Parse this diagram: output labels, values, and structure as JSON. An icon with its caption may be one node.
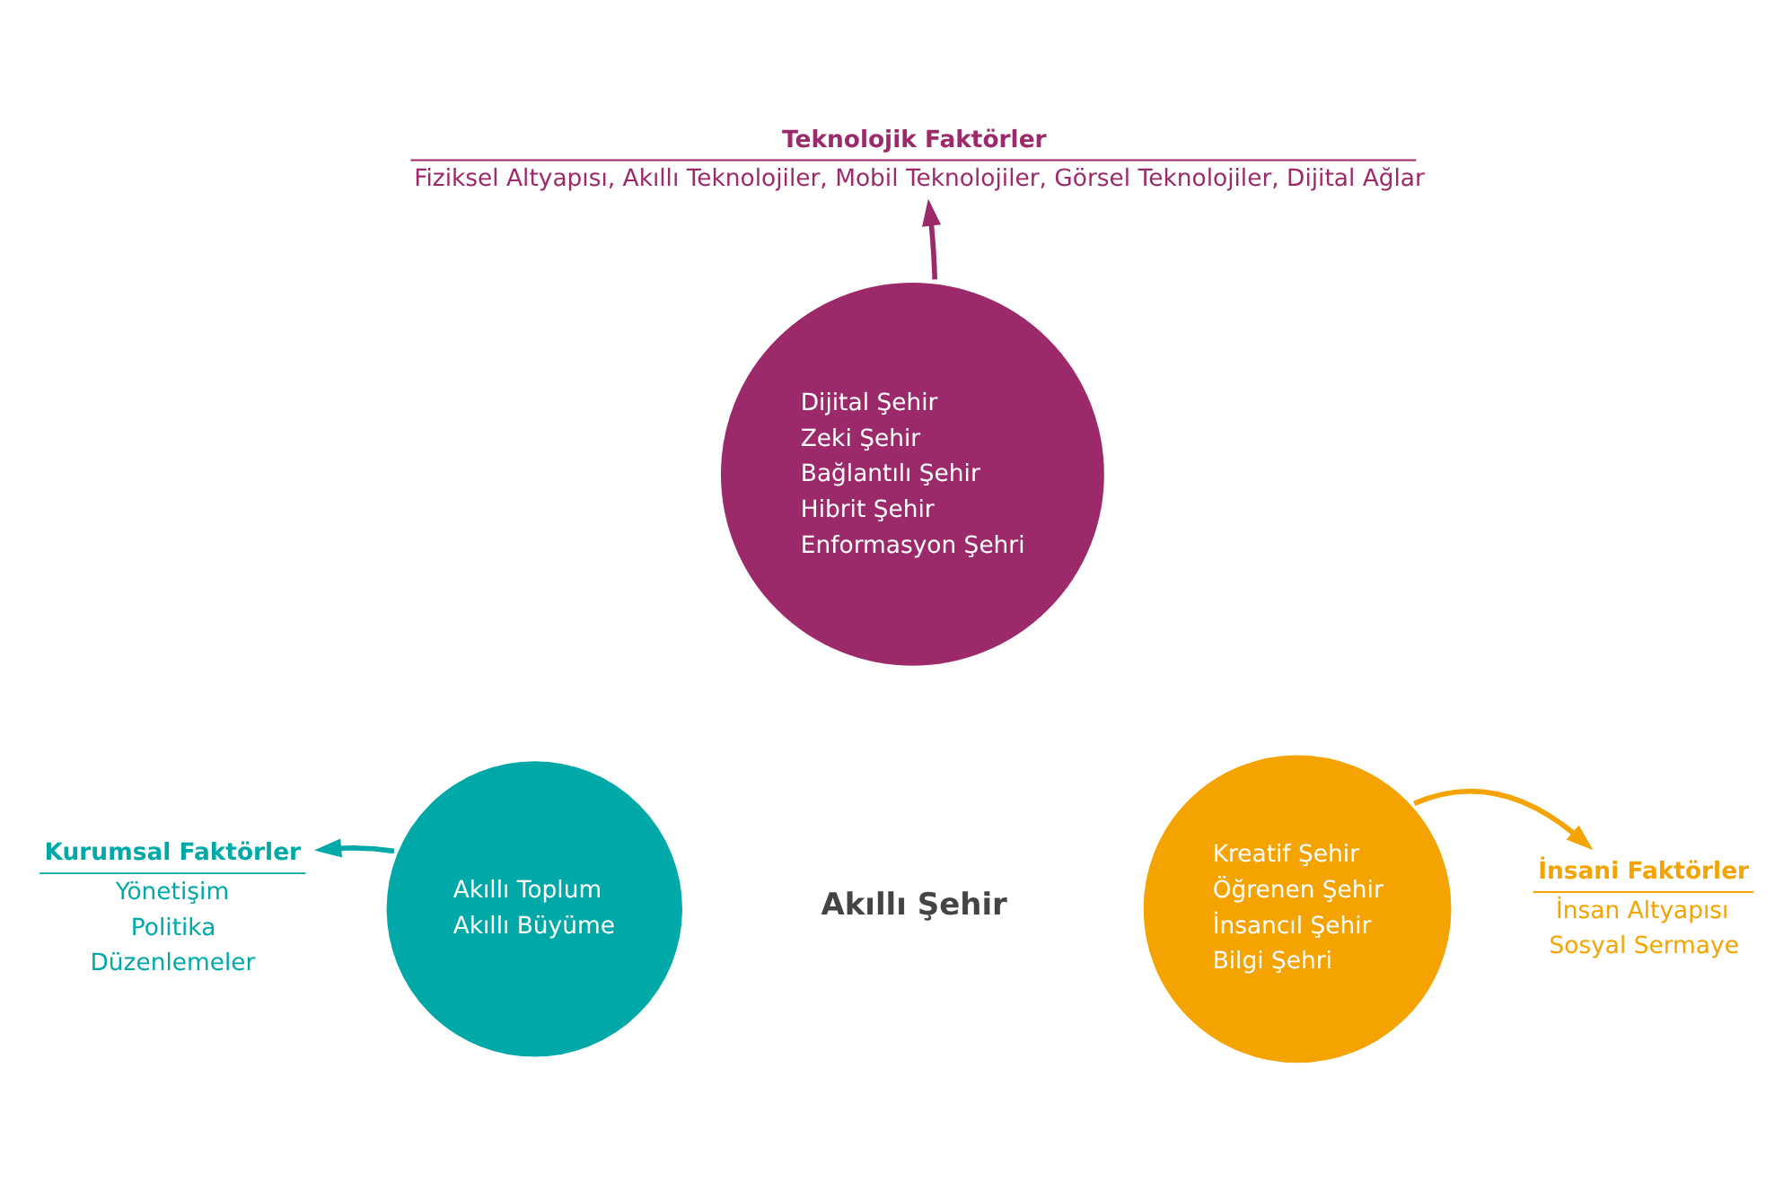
{
  "diagram": {
    "nodes": [
      {
        "text": [
          "Akıllı Şehir"
        ]
      },
      {
        "text": [
          "Dijital Şehir",
          "Zeki Şehir",
          "Bağlantılı Şehir",
          "Hibrit Şehir",
          "Enformasyon Şehri"
        ]
      },
      {
        "text": [
          "Akıllı Toplum",
          "Akıllı Büyüme"
        ]
      },
      {
        "text": [
          "Kreatif Şehir",
          "Öğrenen Şehir",
          "İnsancıl Şehir",
          "Bilgi Şehri"
        ]
      },
      {
        "text": [
          "Teknolojik Faktörler",
          "Fiziksel Altyapısı, Akıllı Teknolojiler, Mobil Teknolojiler, Görsel Teknolojiler, Dijital Ağlar"
        ]
      },
      {
        "text": [
          "Kurumsal Faktörler",
          "Yönetişim",
          "Politika",
          "Düzenlemeler"
        ]
      },
      {
        "text": [
          "İnsani Faktörler",
          "İnsan Altyapısı",
          "Sosyal Sermaye"
        ]
      }
    ],
    "edges": [
      {
        "from": 1,
        "to": 4,
        "arrow": "to",
        "color": "#9c2a6b"
      },
      {
        "from": 2,
        "to": 5,
        "arrow": "to",
        "color": "#00a8a8"
      },
      {
        "from": 3,
        "to": 6,
        "arrow": "to",
        "color": "#f5a300"
      }
    ]
  }
}
